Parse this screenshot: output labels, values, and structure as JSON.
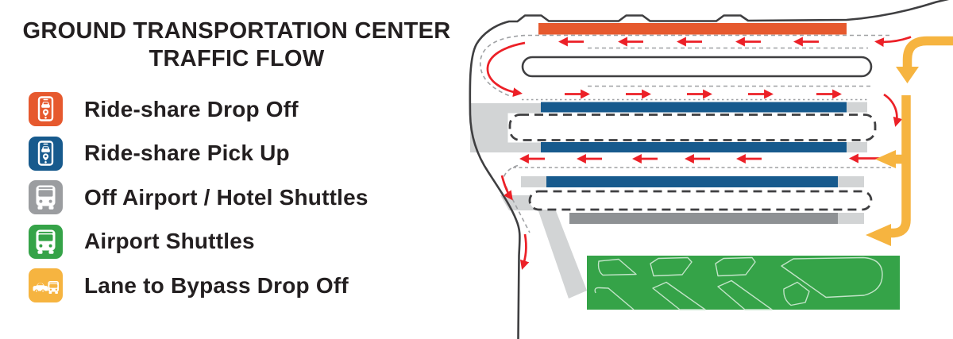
{
  "title": {
    "line1": "GROUND TRANSPORTATION CENTER",
    "line2": "TRAFFIC FLOW"
  },
  "legend": {
    "items": [
      {
        "id": "ride-share-drop-off",
        "label": "Ride-share Drop Off",
        "color_key": "orange",
        "icon": "phone-car-pin-icon"
      },
      {
        "id": "ride-share-pick-up",
        "label": "Ride-share Pick Up",
        "color_key": "blue",
        "icon": "phone-car-pin-icon"
      },
      {
        "id": "off-airport-hotel-shuttles",
        "label": "Off Airport / Hotel Shuttles",
        "color_key": "gray",
        "icon": "bus-front-icon"
      },
      {
        "id": "airport-shuttles",
        "label": "Airport Shuttles",
        "color_key": "green",
        "icon": "bus-front-icon"
      },
      {
        "id": "lane-to-bypass-drop-off",
        "label": "Lane to Bypass Drop Off",
        "color_key": "yellow",
        "icon": "car-and-bus-icon"
      }
    ]
  },
  "map": {
    "zones": [
      {
        "name": "terminal-curb-ride-share-drop-off",
        "color_key": "orange"
      },
      {
        "name": "ride-share-pick-up-lane-upper",
        "color_key": "blue"
      },
      {
        "name": "ride-share-pick-up-lane-lower",
        "color_key": "blue"
      },
      {
        "name": "ride-share-pick-up-lane-third",
        "color_key": "blue"
      },
      {
        "name": "off-airport-hotel-shuttle-lane",
        "color_key": "dark_gray"
      },
      {
        "name": "airport-shuttle-lot",
        "color_key": "green"
      },
      {
        "name": "bypass-drop-off-lane",
        "color_key": "yellow"
      }
    ],
    "flow": {
      "traffic_arrow_color_key": "red",
      "bypass_arrow_color_key": "yellow"
    }
  },
  "colors": {
    "orange": "#E6592E",
    "blue": "#175A8D",
    "gray": "#9B9DA0",
    "dark_gray": "#8E9194",
    "light_gray": "#D2D4D5",
    "green": "#35A348",
    "green_lines": "#C2E4C8",
    "yellow": "#F6B440",
    "red": "#EC2027",
    "outline": "#3F3F41",
    "dash_gray": "#9FA1A4",
    "text": "#231F20"
  }
}
